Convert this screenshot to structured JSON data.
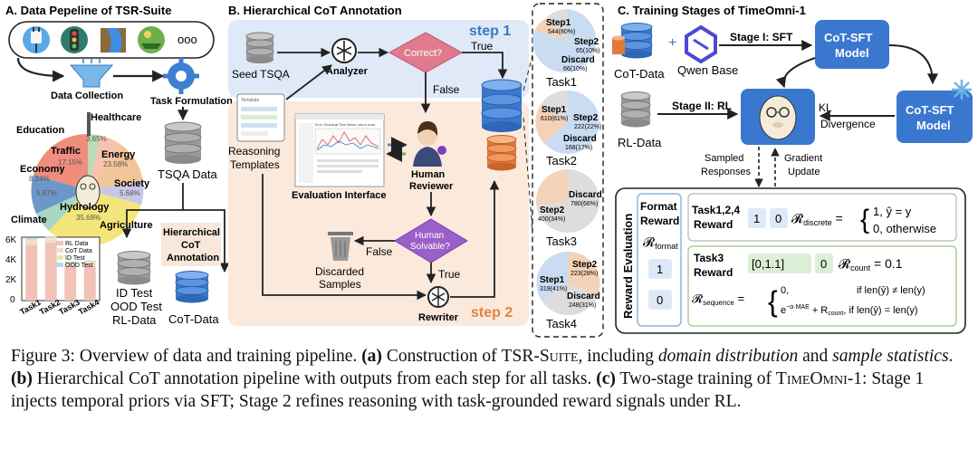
{
  "panelA": {
    "title": "A. Data Pepeline of TSR-Suite",
    "data_collection": "Data Collection",
    "task_formulation": "Task Formulation",
    "tsqa_data": "TSQA Data",
    "domains": [
      {
        "name": "Healthcare",
        "pct": "3.65%"
      },
      {
        "name": "Education",
        "pct": ""
      },
      {
        "name": "Traffic",
        "pct": "17.15%"
      },
      {
        "name": "Energy",
        "pct": "23.58%"
      },
      {
        "name": "Economy",
        "pct": "8.24%"
      },
      {
        "name": "Society",
        "pct": "5.68%"
      },
      {
        "name": "Climate",
        "pct": "5.87%"
      },
      {
        "name": "Hydrology",
        "pct": "35.68%"
      },
      {
        "name": "Agriculture",
        "pct": ""
      }
    ],
    "hierarchical_cot": [
      "Hierarchical",
      "CoT",
      "Annotation"
    ],
    "id_test": "ID Test",
    "ood_test": "OOD Test",
    "rl_data": "RL-Data",
    "cot_data": "CoT-Data",
    "pill_dots": "ooo"
  },
  "chart_data": {
    "type": "bar",
    "categories": [
      "Task1",
      "Task2",
      "Task3",
      "Task4"
    ],
    "series": [
      {
        "name": "RL Data",
        "color": "#f0c2b8",
        "values": [
          5700,
          5900,
          3500,
          3600
        ]
      },
      {
        "name": "CoT Data",
        "color": "#f6dcc2",
        "values": [
          400,
          400,
          300,
          300
        ]
      },
      {
        "name": "ID Test",
        "color": "#e8e8ae",
        "values": [
          150,
          150,
          100,
          100
        ]
      },
      {
        "name": "OOD Test",
        "color": "#bcd8ec",
        "values": [
          150,
          150,
          100,
          100
        ]
      }
    ],
    "yticks": [
      "0",
      "2K",
      "4K",
      "6K"
    ],
    "ylim": [
      0,
      6500
    ],
    "stacked": true
  },
  "panelB": {
    "title": "B. Hierarchical CoT Annotation",
    "seed_tsqa": "Seed TSQA",
    "analyzer": "Analyzer",
    "correct": "Correct?",
    "true1": "True",
    "false1": "False",
    "step1": "step 1",
    "step2": "step 2",
    "reasoning_templates": [
      "Reasoning",
      "Templates"
    ],
    "templates_label": "Template",
    "evaluation_interface": "Evaluation Interface",
    "eval_title": "Error: Discharge Time Series: ruta cr cross",
    "human_reviewer": [
      "Human",
      "Reviewer"
    ],
    "human_solvable": [
      "Human",
      "Solvable?"
    ],
    "false2": "False",
    "true2": "True",
    "discarded_samples": [
      "Discarded",
      "Samples"
    ],
    "rewriter": "Rewriter"
  },
  "tasks": [
    {
      "name": "Task1",
      "step1": "Step1",
      "step1v": "544(80%)",
      "step2": "Step2",
      "step2v": "65(10%)",
      "discard": "Discard",
      "discardv": "66(10%)"
    },
    {
      "name": "Task2",
      "step1": "Step1",
      "step1v": "610(61%)",
      "step2": "Step2",
      "step2v": "222(22%)",
      "discard": "Discard",
      "discardv": "168(17%)"
    },
    {
      "name": "Task3",
      "step1": "",
      "step1v": "",
      "step2": "Step2",
      "step2v": "400(34%)",
      "discard": "Discard",
      "discardv": "780(66%)"
    },
    {
      "name": "Task4",
      "step1": "Step1",
      "step1v": "319(41%)",
      "step2": "Step2",
      "step2v": "223(28%)",
      "discard": "Discard",
      "discardv": "248(31%)"
    }
  ],
  "panelC": {
    "title": "C. Training Stages of TimeOmni-1",
    "cot_data": "CoT-Data",
    "qwen_base": "Qwen Base",
    "plus": "+",
    "stage1": "Stage I: SFT",
    "cot_sft_model": [
      "CoT-SFT",
      "Model"
    ],
    "rl_data": "RL-Data",
    "stage2": "Stage II: RL",
    "kl": [
      "KL",
      "Divergence"
    ],
    "sampled": [
      "Sampled",
      "Responses"
    ],
    "gradient": [
      "Gradient",
      "Update"
    ],
    "reward_eval": "Reward Evaluation",
    "format_reward": [
      "Format",
      "Reward"
    ],
    "r_format": "𝓡",
    "r_format_sub": "format",
    "fmt_vals": [
      "1",
      "0"
    ],
    "task124": [
      "Task1,2,4",
      "Reward"
    ],
    "t124_vals": [
      "1",
      "0"
    ],
    "r_discrete": "𝓡",
    "r_discrete_sub": "discrete",
    "disc_line1": "1,    ŷ = y",
    "disc_line2": "0,    otherwise",
    "task3": [
      "Task3",
      "Reward"
    ],
    "t3_range": "[0,1.1]",
    "t3_zero": "0",
    "r_count": "𝓡",
    "r_count_sub": "count",
    "r_count_val": " = 0.1",
    "r_seq": "𝓡",
    "r_seq_sub": "sequence",
    "seq_line1a": "0,",
    "seq_line1b": "if len(ŷ) ≠ len(y)",
    "seq_line2a": "e",
    "seq_line2sup": "−α·MAE",
    "seq_line2b": " + R",
    "seq_line2sub": "count",
    "seq_line2c": ", if len(ŷ) = len(y)"
  },
  "caption": {
    "fig": "Figure 3: Overview of data and training pipeline. ",
    "a": "(a)",
    "a_text": " Construction of ",
    "tsr": "TSR-Suite",
    "a_text2": ", including ",
    "domain_dist": "domain distribution",
    "and": " and ",
    "sample_stats": "sample statistics",
    "period": ". ",
    "b": "(b)",
    "b_text": " Hierarchical CoT annotation pipeline with outputs from each step for all tasks. ",
    "c": "(c)",
    "c_text": " Two-stage training of ",
    "timeomni": "TimeOmni-1",
    "c_text2": ": Stage 1 injects temporal priors via SFT; Stage 2 refines reasoning with task-grounded reward signals under RL."
  }
}
